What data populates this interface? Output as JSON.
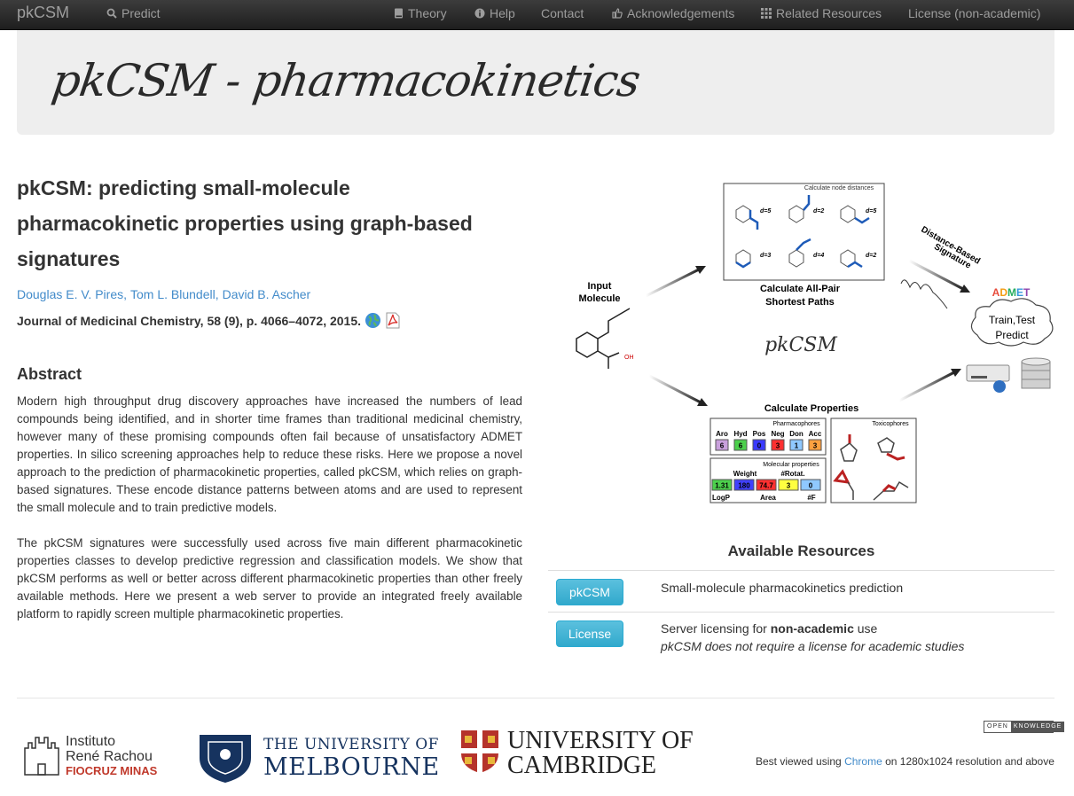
{
  "navbar": {
    "brand": "pkCSM",
    "items": [
      {
        "label": "Predict",
        "icon": "search-icon"
      },
      {
        "label": "Theory",
        "icon": "book-icon"
      },
      {
        "label": "Help",
        "icon": "info-icon"
      },
      {
        "label": "Contact",
        "icon": ""
      },
      {
        "label": "Acknowledgements",
        "icon": "thumbs-up-icon"
      },
      {
        "label": "Related Resources",
        "icon": "grid-icon"
      },
      {
        "label": "License (non-academic)",
        "icon": ""
      }
    ]
  },
  "header": {
    "title": "pkCSM - pharmacokinetics"
  },
  "paper": {
    "title": "pkCSM: predicting small-molecule pharmacokinetic properties using graph-based signatures",
    "authors": [
      "Douglas E. V. Pires,",
      "Tom L. Blundell,",
      "David B. Ascher"
    ],
    "journal": "Journal of Medicinal Chemistry, 58 (9), p. 4066–4072, 2015."
  },
  "abstract": {
    "heading": "Abstract",
    "p1": "Modern high throughput drug discovery approaches have increased the numbers of lead compounds being identified, and in shorter time frames than traditional medicinal chemistry, however many of these promising compounds often fail because of unsatisfactory ADMET properties. In silico screening approaches help to reduce these risks. Here we propose a novel approach to the prediction of pharmacokinetic properties, called pkCSM, which relies on graph-based signatures. These encode distance patterns between atoms and are used to represent the small molecule and to train predictive models.",
    "p2": "The pkCSM signatures were successfully used across five main different pharmacokinetic properties classes to develop predictive regression and classification models. We show that pkCSM performs as well or better across different pharmacokinetic properties than other freely available methods. Here we present a web server to provide an integrated freely available platform to rapidly screen multiple pharmacokinetic properties."
  },
  "figure": {
    "node_distances": "Calculate node distances",
    "distances": [
      "d=5",
      "d=2",
      "d=5",
      "d=3",
      "d=4",
      "d=2"
    ],
    "all_pair": "Calculate All-Pair",
    "shortest": "Shortest Paths",
    "input1": "Input",
    "input2": "Molecule",
    "oh": "OH",
    "signature1": "Distance-Based",
    "signature2": "Signature",
    "admet": "ADMET",
    "train1": "Train,Test",
    "train2": "Predict",
    "pkcsm": "pkCSM",
    "calc_props": "Calculate Properties",
    "pharmacophores": "Pharmacophores",
    "pharm_labels": [
      "Aro",
      "Hyd",
      "Pos",
      "Neg",
      "Don",
      "Acc"
    ],
    "pharm_values": [
      "6",
      "6",
      "0",
      "3",
      "1",
      "3"
    ],
    "pharm_colors": [
      "#c9a0dc",
      "#4cd04c",
      "#3a3aff",
      "#ff3030",
      "#8fc8ff",
      "#ffa040"
    ],
    "toxicophores": "Toxicophores",
    "mol_props": "Molecular properties",
    "mol_top": [
      "Weight",
      "#Rotat."
    ],
    "mol_values": [
      "1.31",
      "180",
      "74.7",
      "3",
      "0"
    ],
    "mol_colors": [
      "#4cd04c",
      "#4040ff",
      "#ff3030",
      "#ffff40",
      "#8fc8ff"
    ],
    "mol_bottom": [
      "LogP",
      "Area",
      "#F"
    ]
  },
  "resources": {
    "heading": "Available Resources",
    "rows": [
      {
        "button": "pkCSM",
        "text": "Small-molecule pharmacokinetics prediction"
      },
      {
        "button": "License",
        "text_pre": "Server licensing for ",
        "text_bold": "non-academic",
        "text_post": " use",
        "note": "pkCSM does not require a license for academic studies"
      }
    ]
  },
  "footer": {
    "fiocruz": [
      "Instituto",
      "René Rachou",
      "FIOCRUZ MINAS"
    ],
    "melbourne": [
      "THE UNIVERSITY OF",
      "MELBOURNE"
    ],
    "cambridge": [
      "UNIVERSITY OF",
      "CAMBRIDGE"
    ],
    "open_knowledge": [
      "OPEN",
      "KNOWLEDGE"
    ],
    "best_pre": "Best viewed using ",
    "best_link": "Chrome",
    "best_post": " on 1280x1024 resolution and above"
  }
}
